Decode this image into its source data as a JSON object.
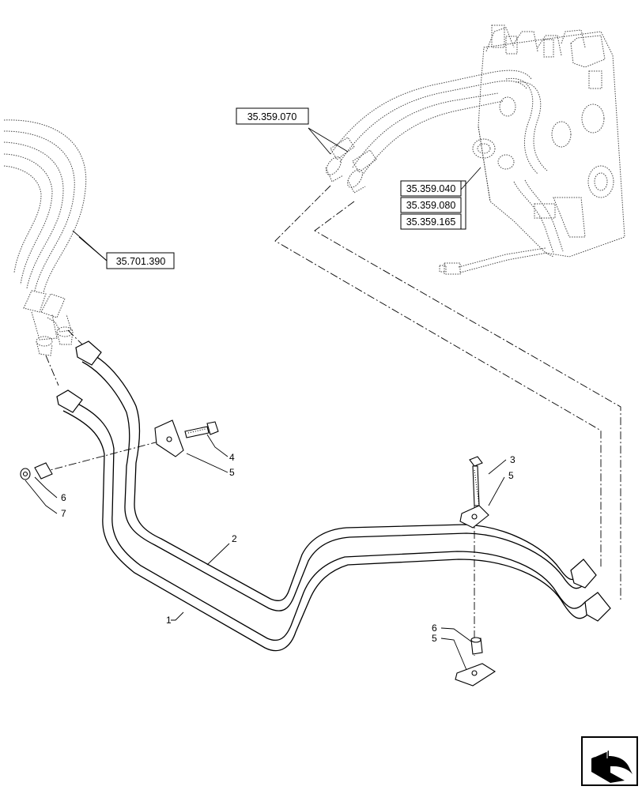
{
  "references": {
    "ref_a": "35.359.070",
    "ref_b": "35.701.390",
    "ref_c1": "35.359.040",
    "ref_c2": "35.359.080",
    "ref_c3": "35.359.165"
  },
  "callouts": {
    "pipe_1": "1",
    "pipe_2": "2",
    "bolt_3": "3",
    "bolt_4": "4",
    "clamp_5_left": "5",
    "clamp_5_right_top": "5",
    "clamp_5_right_bottom": "5",
    "spacer_6_left": "6",
    "nut_7_left": "7",
    "spacer_6_right": "6"
  },
  "nav": {
    "icon": "next-page-arrow-icon"
  }
}
